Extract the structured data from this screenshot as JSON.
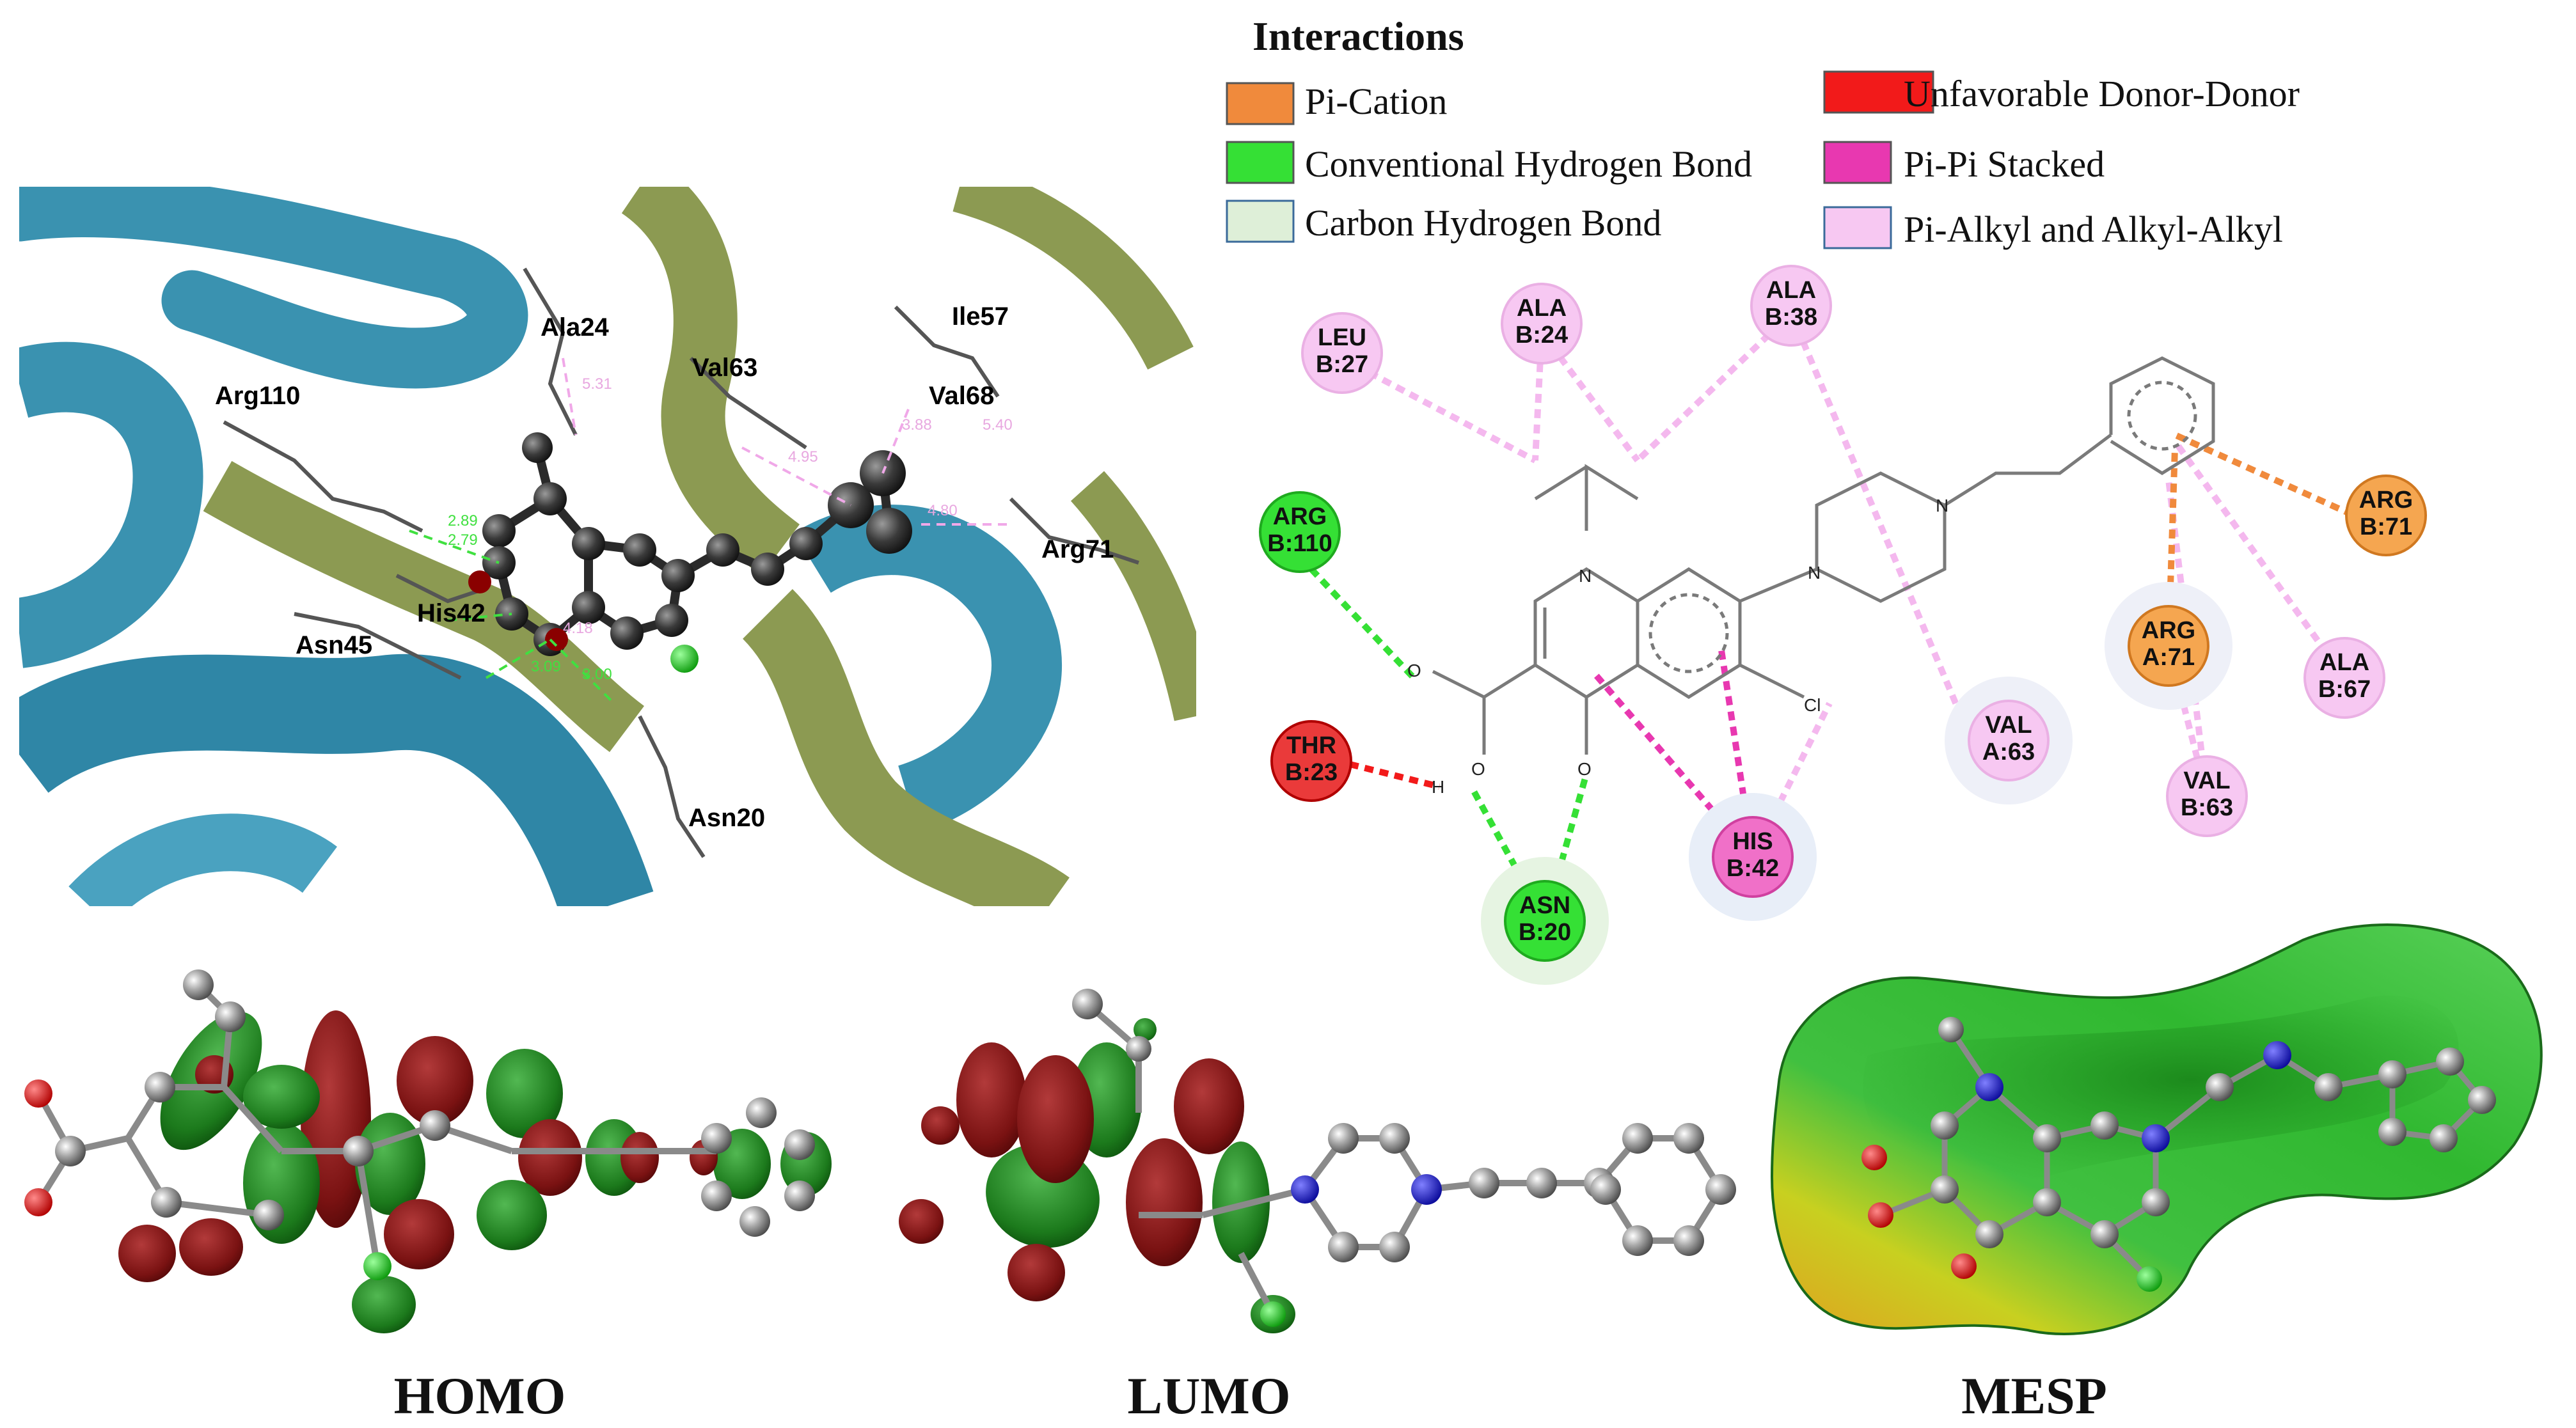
{
  "legend": {
    "title": "Interactions",
    "items": [
      {
        "label": "Pi-Cation",
        "color": "#f08a3c"
      },
      {
        "label": "Conventional  Hydrogen  Bond",
        "color": "#35e035"
      },
      {
        "label": "Carbon  Hydrogen  Bond",
        "color": "#deefd8"
      },
      {
        "label": "Unfavorable  Donor-Donor",
        "color": "#f21a1a"
      },
      {
        "label": "Pi-Pi  Stacked",
        "color": "#e838b0"
      },
      {
        "label": "Pi-Alkyl  and  Alkyl-Alkyl",
        "color": "#f7c8f2"
      }
    ]
  },
  "docking3d": {
    "residues": [
      "Ala24",
      "Ile57",
      "Arg110",
      "Val63",
      "Val68",
      "Arg71",
      "His42",
      "Asn45",
      "Asn20"
    ],
    "distances": [
      "5.31",
      "4.95",
      "3.88",
      "4.80",
      "5.40",
      "2.89",
      "2.79",
      "4.18",
      "3.09",
      "3.00"
    ]
  },
  "diagram2d": {
    "residues": [
      {
        "line1": "LEU",
        "line2": "B:27",
        "kind": "pi-alkyl"
      },
      {
        "line1": "ALA",
        "line2": "B:24",
        "kind": "pi-alkyl"
      },
      {
        "line1": "ALA",
        "line2": "B:38",
        "kind": "pi-alkyl"
      },
      {
        "line1": "ARG",
        "line2": "B:110",
        "kind": "hbond"
      },
      {
        "line1": "THR",
        "line2": "B:23",
        "kind": "unfavorable"
      },
      {
        "line1": "ASN",
        "line2": "B:20",
        "kind": "hbond"
      },
      {
        "line1": "HIS",
        "line2": "B:42",
        "kind": "pi-pi"
      },
      {
        "line1": "VAL",
        "line2": "A:63",
        "kind": "pi-alkyl"
      },
      {
        "line1": "ARG",
        "line2": "A:71",
        "kind": "pi-cation"
      },
      {
        "line1": "ARG",
        "line2": "B:71",
        "kind": "pi-cation"
      },
      {
        "line1": "ALA",
        "line2": "B:67",
        "kind": "pi-alkyl"
      },
      {
        "line1": "VAL",
        "line2": "B:63",
        "kind": "pi-alkyl"
      }
    ],
    "atoms": {
      "n1": "N",
      "n2": "N",
      "n3": "N",
      "o1": "O",
      "o2": "O",
      "o3": "O",
      "h": "H",
      "cl": "Cl"
    }
  },
  "captions": {
    "homo": "HOMO",
    "lumo": "LUMO",
    "mesp": "MESP"
  },
  "colors": {
    "helix_blue": "#3a92b0",
    "helix_green": "#8c9a52",
    "ligand_carbon": "#3c3c3c",
    "orbital_red": "#7e1414",
    "orbital_green": "#1f7f1f"
  }
}
